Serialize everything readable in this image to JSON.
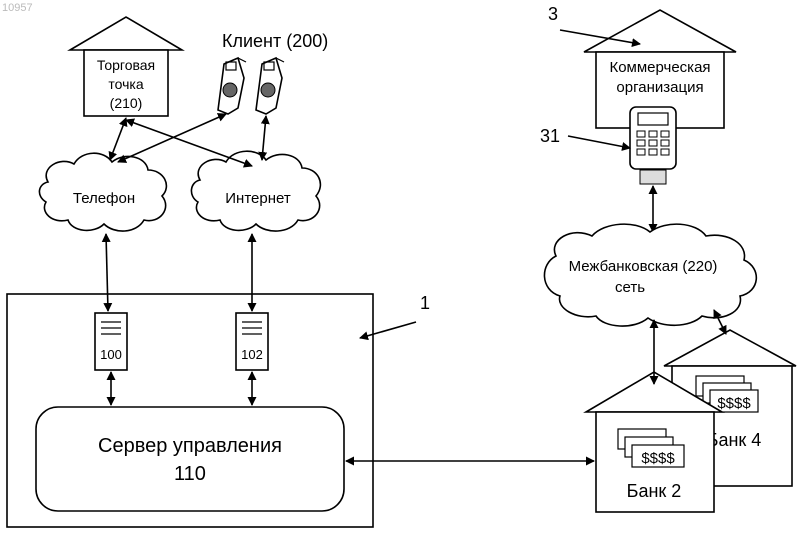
{
  "corner_id": "10957",
  "client": {
    "title": "Клиент (200)"
  },
  "shop": {
    "line1": "Торговая",
    "line2": "точка",
    "line3": "(210)"
  },
  "networks": {
    "phone": "Телефон",
    "internet": "Интернет"
  },
  "system": {
    "ref": "1",
    "gw1": "100",
    "gw2": "102",
    "server_line1": "Сервер управления",
    "server_line2": "110"
  },
  "merchant": {
    "ref": "3",
    "line1": "Коммерческая",
    "line2": "организация",
    "terminal_ref": "31"
  },
  "interbank": {
    "line1": "Межбанковская (220)",
    "line2": "сеть"
  },
  "bank2": {
    "label": "Банк 2",
    "money": "$$$$"
  },
  "bank4": {
    "label": "Банк 4",
    "money": "$$$$"
  }
}
